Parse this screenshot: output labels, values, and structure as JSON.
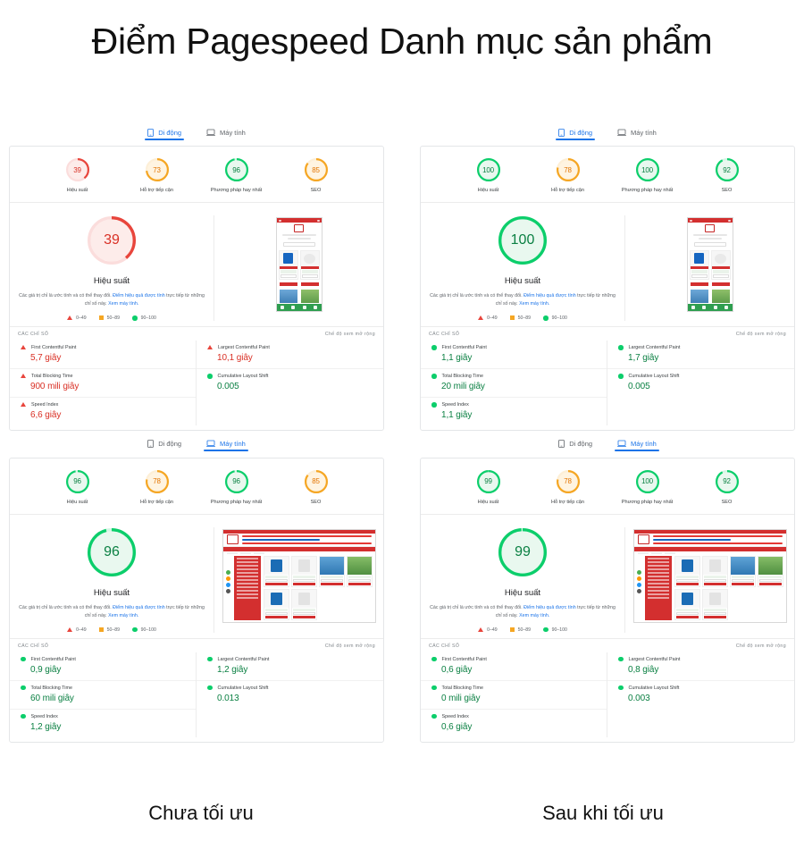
{
  "page_title": "Điểm Pagespeed Danh mục sản phẩm",
  "tabs": {
    "mobile": "Di động",
    "desktop": "Máy tính"
  },
  "labels": {
    "performance": "Hiệu suất",
    "accessibility": "Hỗ trợ tiếp cận",
    "best_practices": "Phương pháp hay nhất",
    "seo": "SEO",
    "metrics_header": "CÁC CHỈ SỐ",
    "expanded_view": "Chế độ xem mở rộng",
    "description_part1": "Các giá trị chỉ là ước tính và có thể thay đổi. ",
    "description_link1": "Điểm hiệu quả được tính",
    "description_part2": " trực tiếp từ những chỉ số này. ",
    "description_link2": "Xem máy tính.",
    "legend_low": "0–49",
    "legend_mid": "50–89",
    "legend_high": "90–100",
    "metric_fcp": "First Contentful Paint",
    "metric_lcp": "Largest Contentful Paint",
    "metric_tbt": "Total Blocking Time",
    "metric_cls": "Cumulative Layout Shift",
    "metric_si": "Speed Index"
  },
  "colors": {
    "red": "#d93025",
    "green": "#0b8043",
    "orange": "#e37400",
    "accent": "#1a73e8",
    "gauge_red": "#e8453c",
    "gauge_orange": "#f5a623",
    "gauge_green": "#0cce6b"
  },
  "captions": {
    "left": "Chưa tối ưu",
    "right": "Sau khi tối ưu"
  },
  "panels": [
    {
      "id": "before-mobile",
      "active_tab": "mobile",
      "device": "mobile",
      "summary": [
        {
          "value": "39",
          "label": "Hiệu suất",
          "status": "red"
        },
        {
          "value": "73",
          "label": "Hỗ trợ tiếp cận",
          "status": "orange"
        },
        {
          "value": "96",
          "label": "Phương pháp hay nhất",
          "status": "green"
        },
        {
          "value": "85",
          "label": "SEO",
          "status": "orange"
        }
      ],
      "gauge": {
        "value": "39",
        "label": "Hiệu suất",
        "status": "red"
      },
      "metrics_left": [
        {
          "name": "First Contentful Paint",
          "value": "5,7 giây",
          "status": "red"
        },
        {
          "name": "Total Blocking Time",
          "value": "900 mili giây",
          "status": "red"
        },
        {
          "name": "Speed Index",
          "value": "6,6 giây",
          "status": "red"
        }
      ],
      "metrics_right": [
        {
          "name": "Largest Contentful Paint",
          "value": "10,1 giây",
          "status": "red"
        },
        {
          "name": "Cumulative Layout Shift",
          "value": "0.005",
          "status": "green"
        }
      ]
    },
    {
      "id": "after-mobile",
      "active_tab": "mobile",
      "device": "mobile",
      "summary": [
        {
          "value": "100",
          "label": "Hiệu suất",
          "status": "green"
        },
        {
          "value": "78",
          "label": "Hỗ trợ tiếp cận",
          "status": "orange"
        },
        {
          "value": "100",
          "label": "Phương pháp hay nhất",
          "status": "green"
        },
        {
          "value": "92",
          "label": "SEO",
          "status": "green"
        }
      ],
      "gauge": {
        "value": "100",
        "label": "Hiệu suất",
        "status": "green"
      },
      "metrics_left": [
        {
          "name": "First Contentful Paint",
          "value": "1,1 giây",
          "status": "green"
        },
        {
          "name": "Total Blocking Time",
          "value": "20 mili giây",
          "status": "green"
        },
        {
          "name": "Speed Index",
          "value": "1,1 giây",
          "status": "green"
        }
      ],
      "metrics_right": [
        {
          "name": "Largest Contentful Paint",
          "value": "1,7 giây",
          "status": "green"
        },
        {
          "name": "Cumulative Layout Shift",
          "value": "0.005",
          "status": "green"
        }
      ]
    },
    {
      "id": "before-desktop",
      "active_tab": "desktop",
      "device": "desktop",
      "summary": [
        {
          "value": "96",
          "label": "Hiệu suất",
          "status": "green"
        },
        {
          "value": "78",
          "label": "Hỗ trợ tiếp cận",
          "status": "orange"
        },
        {
          "value": "96",
          "label": "Phương pháp hay nhất",
          "status": "green"
        },
        {
          "value": "85",
          "label": "SEO",
          "status": "orange"
        }
      ],
      "gauge": {
        "value": "96",
        "label": "Hiệu suất",
        "status": "green"
      },
      "metrics_left": [
        {
          "name": "First Contentful Paint",
          "value": "0,9 giây",
          "status": "green"
        },
        {
          "name": "Total Blocking Time",
          "value": "60 mili giây",
          "status": "green"
        },
        {
          "name": "Speed Index",
          "value": "1,2 giây",
          "status": "green"
        }
      ],
      "metrics_right": [
        {
          "name": "Largest Contentful Paint",
          "value": "1,2 giây",
          "status": "green"
        },
        {
          "name": "Cumulative Layout Shift",
          "value": "0.013",
          "status": "green"
        }
      ]
    },
    {
      "id": "after-desktop",
      "active_tab": "desktop",
      "device": "desktop",
      "summary": [
        {
          "value": "99",
          "label": "Hiệu suất",
          "status": "green"
        },
        {
          "value": "78",
          "label": "Hỗ trợ tiếp cận",
          "status": "orange"
        },
        {
          "value": "100",
          "label": "Phương pháp hay nhất",
          "status": "green"
        },
        {
          "value": "92",
          "label": "SEO",
          "status": "green"
        }
      ],
      "gauge": {
        "value": "99",
        "label": "Hiệu suất",
        "status": "green"
      },
      "metrics_left": [
        {
          "name": "First Contentful Paint",
          "value": "0,6 giây",
          "status": "green"
        },
        {
          "name": "Total Blocking Time",
          "value": "0 mili giây",
          "status": "green"
        },
        {
          "name": "Speed Index",
          "value": "0,6 giây",
          "status": "green"
        }
      ],
      "metrics_right": [
        {
          "name": "Largest Contentful Paint",
          "value": "0,8 giây",
          "status": "green"
        },
        {
          "name": "Cumulative Layout Shift",
          "value": "0.003",
          "status": "green"
        }
      ]
    }
  ]
}
